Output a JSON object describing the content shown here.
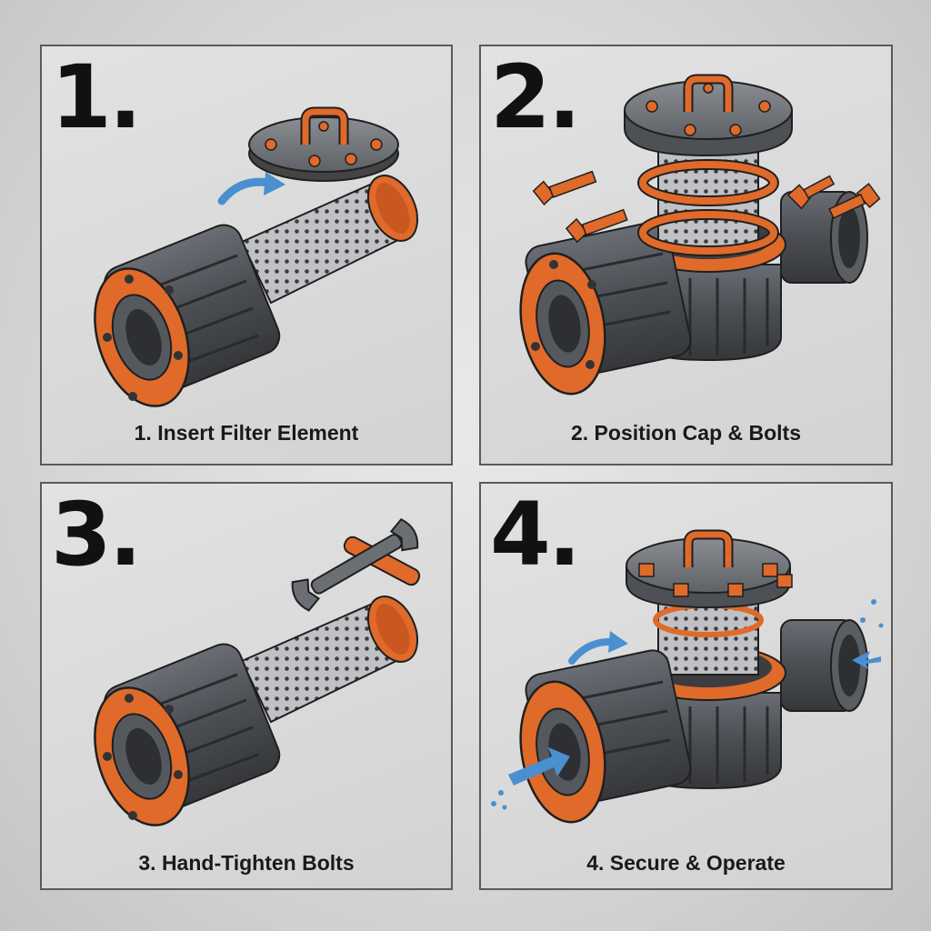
{
  "steps": [
    {
      "number": "1.",
      "caption": "1. Insert Filter Element"
    },
    {
      "number": "2.",
      "caption": "2. Position Cap & Bolts"
    },
    {
      "number": "3.",
      "caption": "3. Hand-Tighten Bolts"
    },
    {
      "number": "4.",
      "caption": "4. Secure & Operate"
    }
  ],
  "colors": {
    "orange": "#e06a2a",
    "dark_gray": "#4a4d52",
    "mesh": "#b8babd",
    "arrow_blue": "#4a8fd0",
    "outline": "#1f1f1f"
  }
}
